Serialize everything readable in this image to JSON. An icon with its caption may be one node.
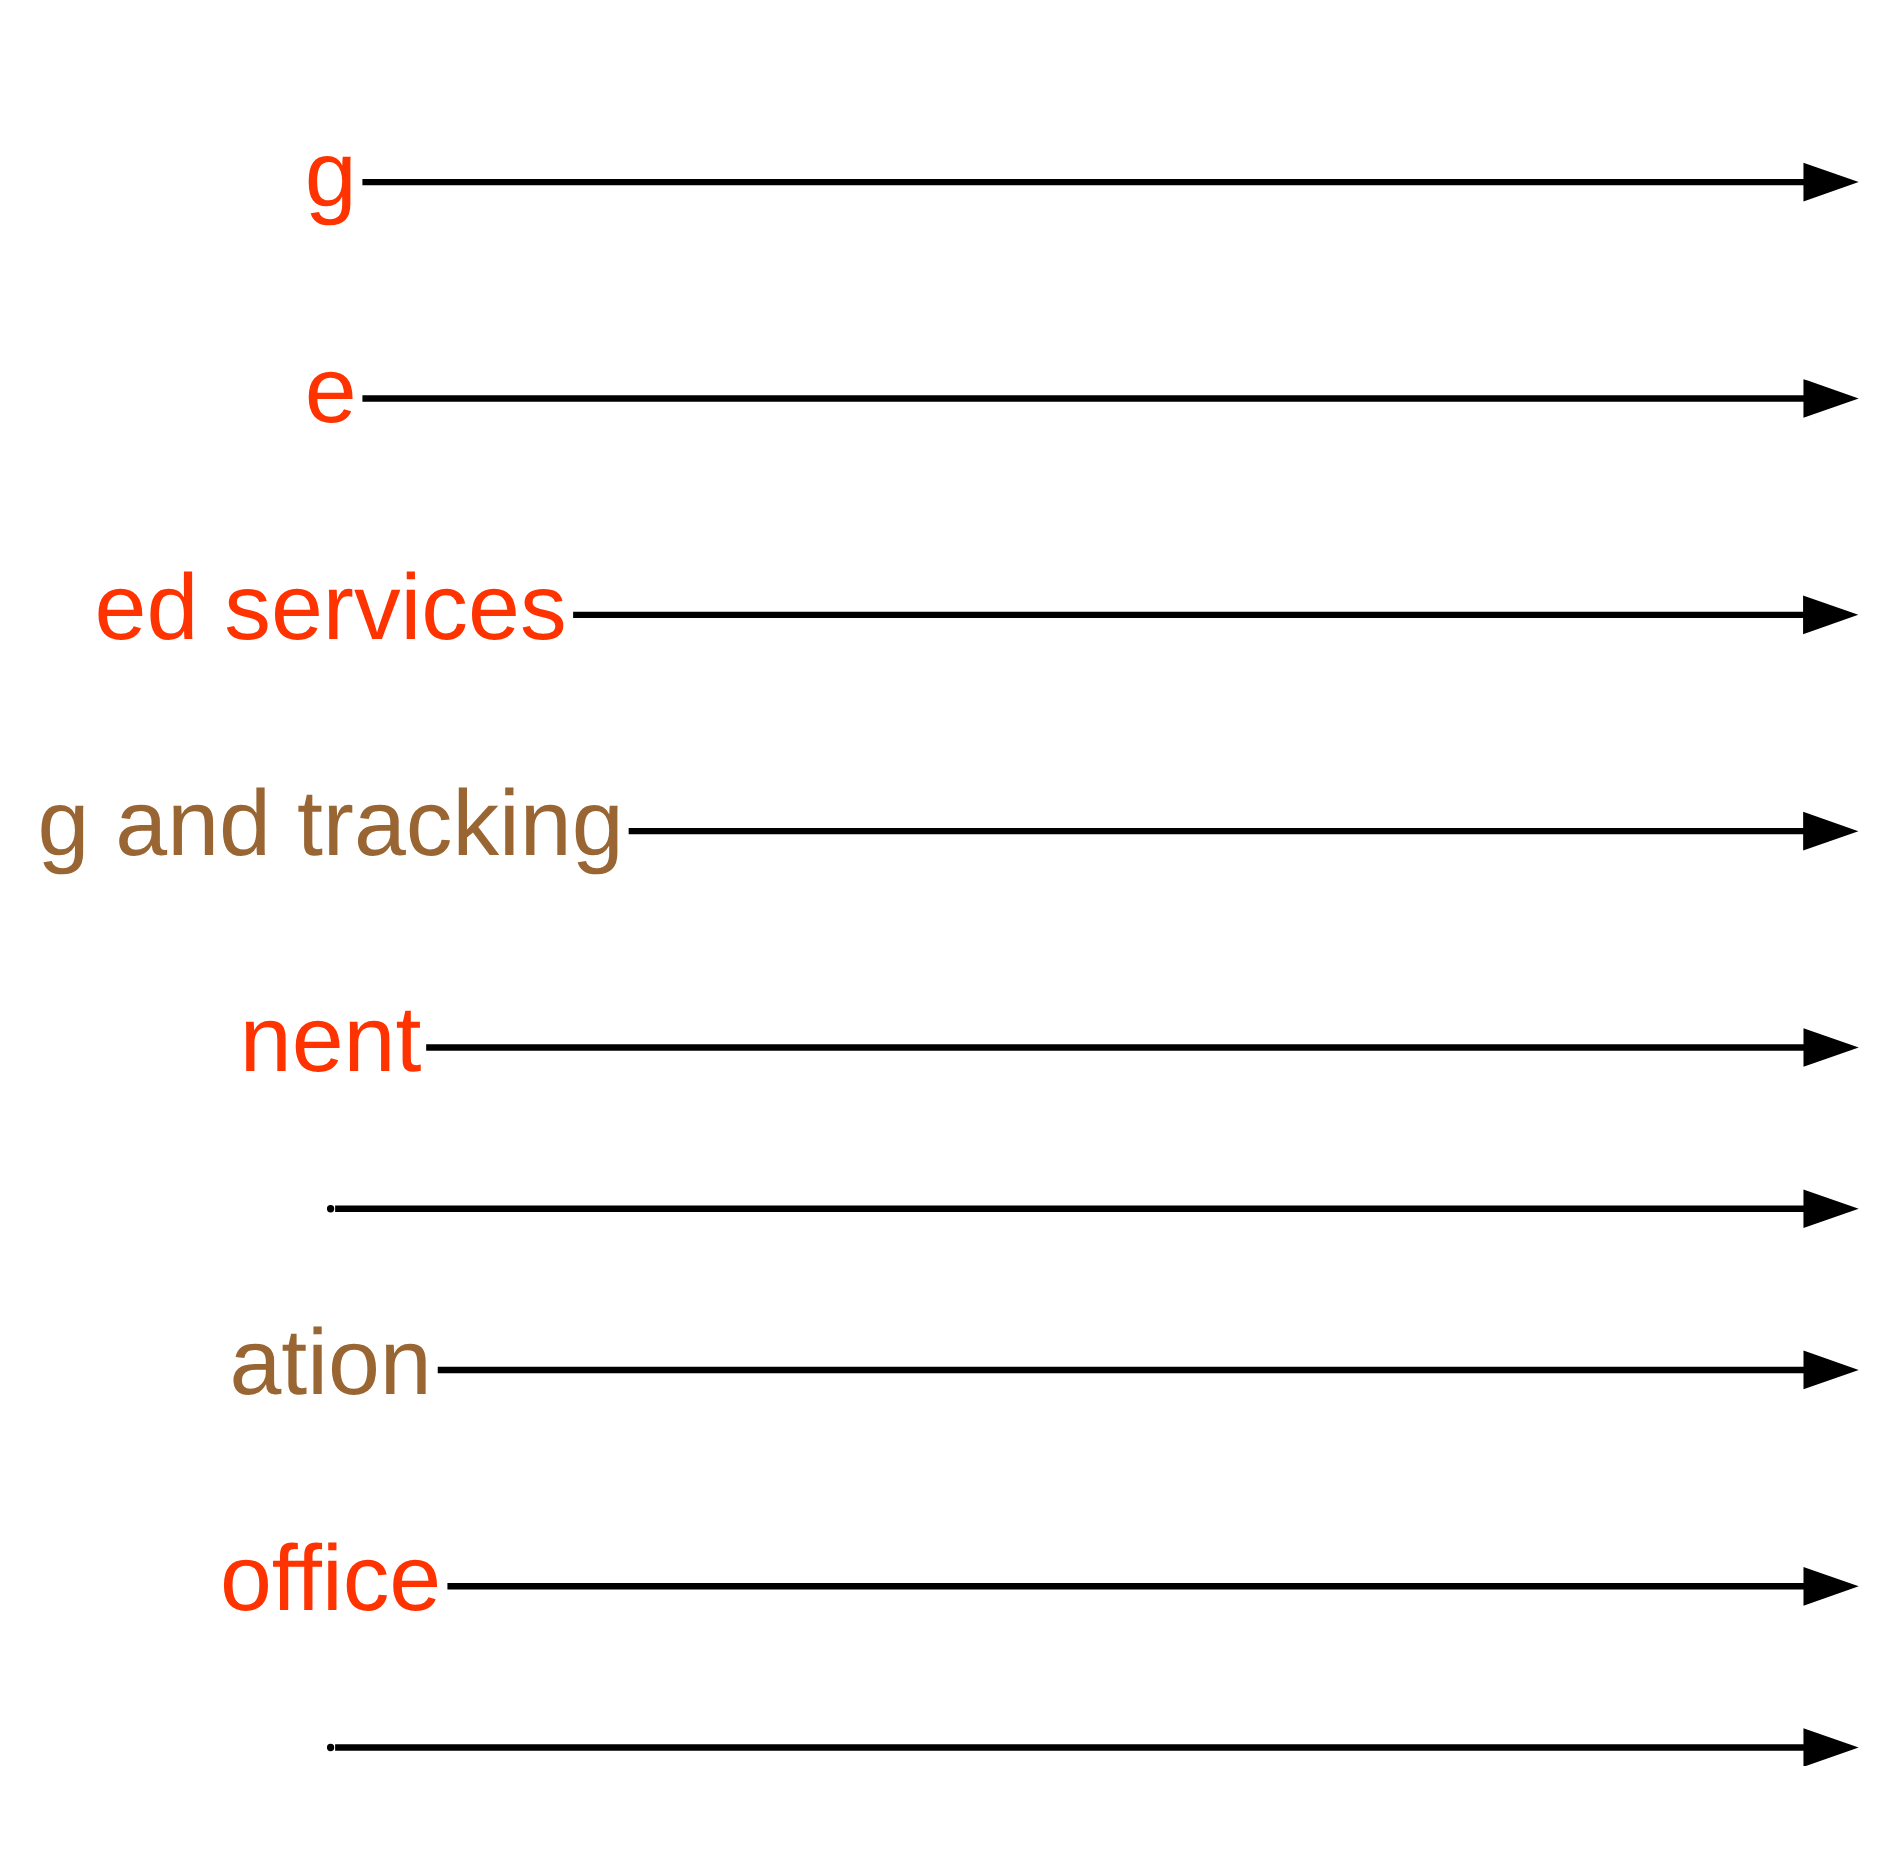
{
  "diagram": {
    "nodes": [
      {
        "text": [
          "g"
        ]
      },
      {
        "text": [
          "e"
        ]
      },
      {
        "text": [
          "ed services"
        ]
      },
      {
        "text": [
          "g and tracking"
        ]
      },
      {
        "text": [
          "nent"
        ]
      },
      {
        "text": [],
        "shape": "point"
      },
      {
        "text": [
          "ation"
        ]
      },
      {
        "text": [
          "office"
        ]
      },
      {
        "text": [],
        "shape": "point"
      }
    ],
    "edges": [
      {
        "from": 0,
        "to": null,
        "arrow": "to"
      },
      {
        "from": 1,
        "to": null,
        "arrow": "to"
      },
      {
        "from": 2,
        "to": null,
        "arrow": "to"
      },
      {
        "from": 3,
        "to": null,
        "arrow": "to"
      },
      {
        "from": 4,
        "to": null,
        "arrow": "to"
      },
      {
        "from": 5,
        "to": null,
        "arrow": "to"
      },
      {
        "from": 6,
        "to": null,
        "arrow": "to"
      },
      {
        "from": 7,
        "to": null,
        "arrow": "to"
      },
      {
        "from": 8,
        "to": null,
        "arrow": "to"
      }
    ]
  }
}
